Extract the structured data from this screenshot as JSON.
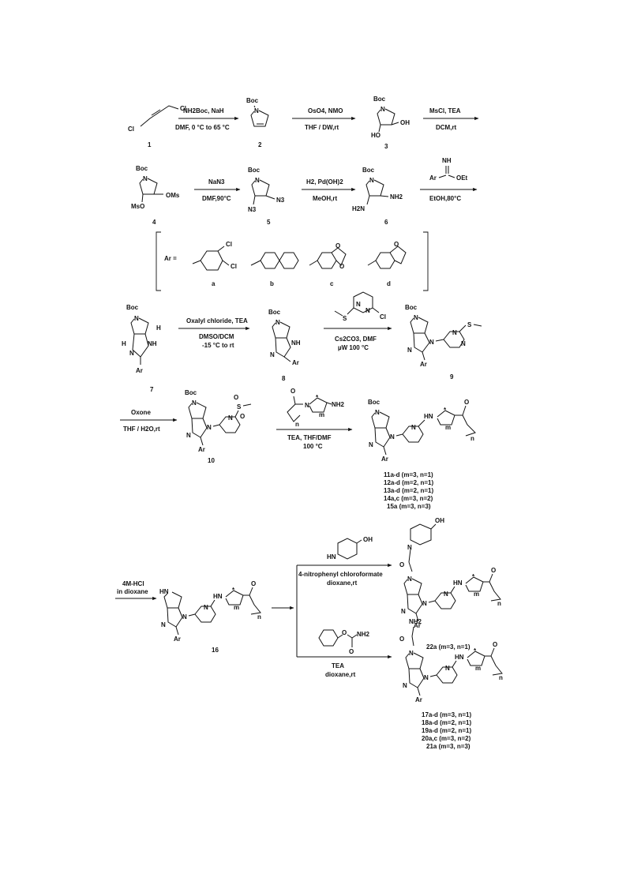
{
  "compounds": {
    "c1": "1",
    "c2": "2",
    "c3": "3",
    "c4": "4",
    "c5": "5",
    "c6": "6",
    "c7": "7",
    "c8": "8",
    "c9": "9",
    "c10": "10",
    "c16": "16"
  },
  "conditions": {
    "s1_top": "NH2Boc, NaH",
    "s1_bottom": "DMF, 0 °C to 65 °C",
    "s2_top": "OsO4, NMO",
    "s2_bottom": "THF / DW,rt",
    "s3_top": "MsCl, TEA",
    "s3_bottom": "DCM,rt",
    "s4_top": "NaN3",
    "s4_bottom": "DMF,90°C",
    "s5_top": "H2, Pd(OH)2",
    "s5_bottom": "MeOH,rt",
    "s6_bottom": "EtOH,80°C",
    "s7_top": "Oxalyl chloride,  TEA",
    "s7_mid": "DMSO/DCM",
    "s7_bottom": "-15 °C to rt",
    "s8_mid": "Cs2CO3, DMF",
    "s8_bottom": "µW 100 °C",
    "s9_top": "Oxone",
    "s9_bottom": "THF / H2O,rt",
    "s10_bottom": "TEA, THF/DMF",
    "s10_bottom2": "100 °C",
    "s11_top": "4M-HCl",
    "s11_bottom": "in dioxane",
    "s12_mid": "4-nitrophenyl chloroformate",
    "s12_bottom": "dioxane,rt",
    "s13_mid": "TEA",
    "s13_bottom": "dioxane,rt"
  },
  "ar_block": {
    "label": "Ar =",
    "options": [
      "a",
      "b",
      "c",
      "d"
    ]
  },
  "atoms": {
    "cl": "Cl",
    "boc": "Boc",
    "n": "N",
    "oh": "OH",
    "ho": "HO",
    "ms": "OMs",
    "mso": "MsO",
    "n3": "N3",
    "nh2": "NH2",
    "h2n": "H2N",
    "nh": "NH",
    "ar": "Ar",
    "oet": "OEt",
    "h": "H",
    "s": "S",
    "o": "O",
    "hn": "HN",
    "m": "m",
    "n_sub": "n",
    "star": "*"
  },
  "products_11_15": [
    "11a-d (m=3, n=1)",
    "12a-d (m=2, n=1)",
    "13a-d (m=2, n=1)",
    "14a,c (m=3, n=2)",
    "15a  (m=3, n=3)"
  ],
  "product_22": "22a (m=3, n=1)",
  "products_17_21": [
    "17a-d (m=3, n=1)",
    "18a-d (m=2, n=1)",
    "19a-d (m=2, n=1)",
    "20a,c (m=3, n=2)",
    "21a  (m=3, n=3)"
  ]
}
